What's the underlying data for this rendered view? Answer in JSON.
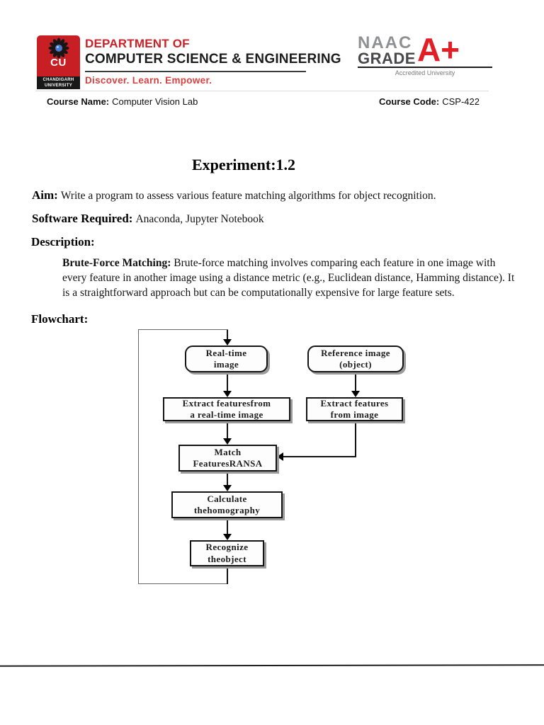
{
  "header": {
    "cu_logo": {
      "abbr": "CU",
      "university_line1": "CHANDIGARH",
      "university_line2": "UNIVERSITY"
    },
    "department_line1": "DEPARTMENT OF",
    "department_line2": "COMPUTER SCIENCE & ENGINEERING",
    "tagline": "Discover. Learn. Empower.",
    "naac": {
      "word1": "NAAC",
      "word2": "GRADE",
      "grade": "A+",
      "caption": "Accredited University"
    }
  },
  "course_info": {
    "name_label": "Course Name:",
    "name_value": "Computer Vision Lab",
    "code_label": "Course Code:",
    "code_value": "CSP-422"
  },
  "title": "Experiment:1.2",
  "aim": {
    "label": "Aim:",
    "text": "Write a program to assess various feature matching algorithms for object recognition."
  },
  "software": {
    "label": "Software Required:",
    "text": "Anaconda, Jupyter Notebook"
  },
  "description": {
    "label": "Description:",
    "bold_lead": "Brute-Force Matching:",
    "text": "Brute-force matching involves comparing each feature in one image with every feature in another image using a distance metric (e.g., Euclidean distance, Hamming distance). It is a straightforward approach but can be computationally expensive for large feature sets."
  },
  "flowchart": {
    "label": "Flowchart:",
    "nodes": [
      {
        "id": "real-time-image",
        "label": "Real-time\nimage",
        "shape": "rounded"
      },
      {
        "id": "reference-image",
        "label": "Reference image\n(object)",
        "shape": "rounded"
      },
      {
        "id": "extract-features-realtime",
        "label": "Extract featuresfrom\na real-time image",
        "shape": "rect"
      },
      {
        "id": "extract-features-image",
        "label": "Extract features\nfrom image",
        "shape": "rect"
      },
      {
        "id": "match-features",
        "label": "Match\nFeaturesRANSA",
        "shape": "rect"
      },
      {
        "id": "calculate-homography",
        "label": "Calculate\nthehomography",
        "shape": "rect"
      },
      {
        "id": "recognize-object",
        "label": "Recognize\ntheobject",
        "shape": "rect"
      }
    ]
  },
  "colors": {
    "brand_red": "#c81f25",
    "tagline_red": "#d94040",
    "naac_gray": "#8e9092",
    "naac_dark": "#48484a",
    "grade_red": "#e31e24",
    "box_shadow_gray": "#9b9b9b"
  }
}
